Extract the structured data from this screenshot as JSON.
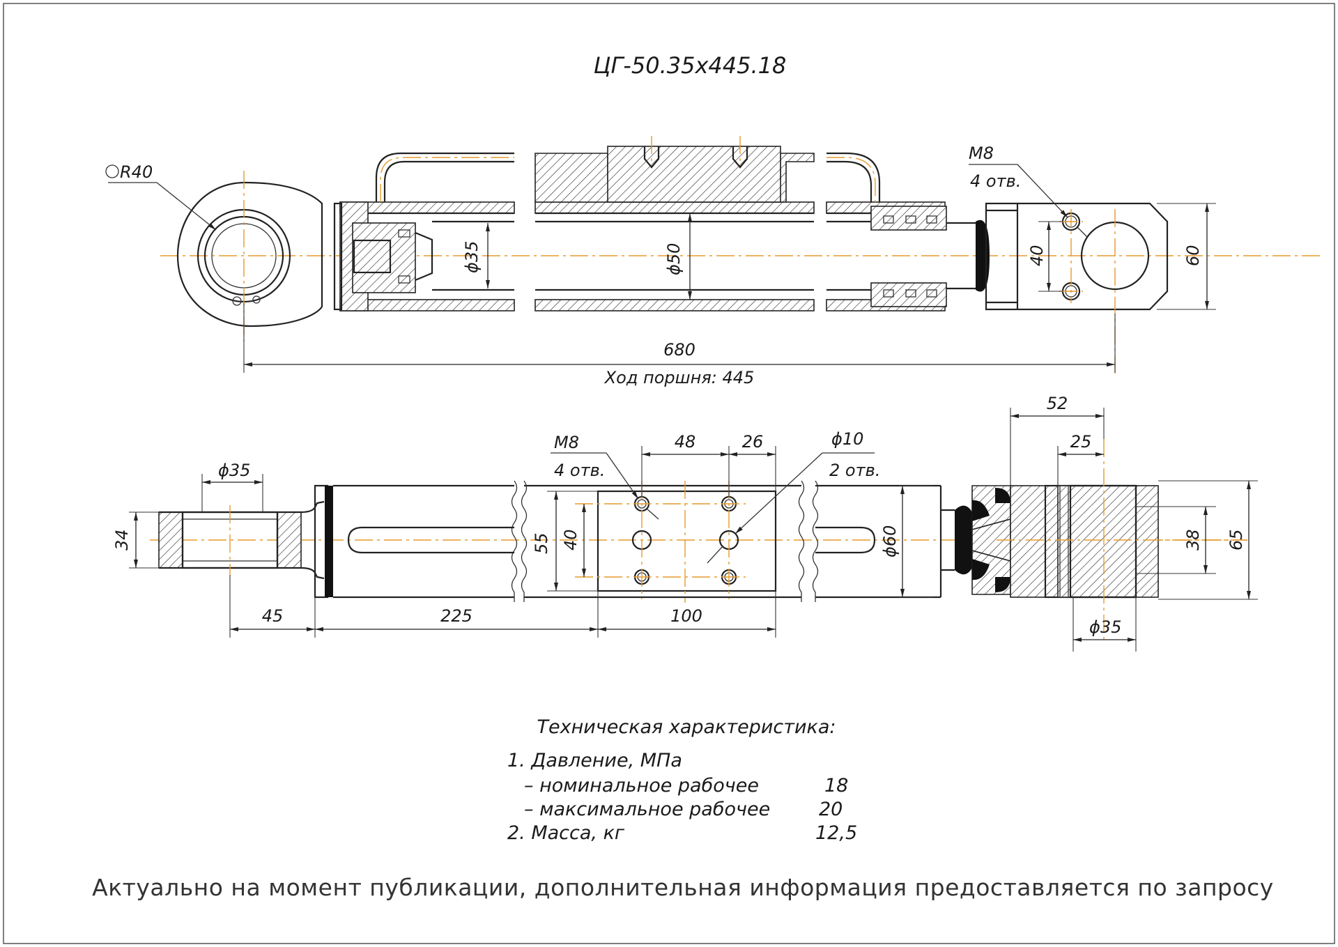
{
  "title": "ЦГ-50.35х445.18",
  "top_view": {
    "radius_label": "R40",
    "bore_label": "ϕ35",
    "cylinder_label": "ϕ50",
    "thread_label": "М8",
    "thread_holes": "4 отв.",
    "dim_40": "40",
    "dim_60": "60",
    "overall_length": "680",
    "stroke_label": "Ход поршня: 445"
  },
  "bottom_view": {
    "eye_bore": "ϕ35",
    "eye_width": "34",
    "thread_label": "М8",
    "thread_holes": "4 отв.",
    "dim_48": "48",
    "dim_26": "26",
    "hole_label": "ϕ10",
    "hole_count": "2 отв.",
    "dim_55": "55",
    "dim_40": "40",
    "tube_diameter": "ϕ60",
    "dim_45": "45",
    "dim_225": "225",
    "dim_100": "100",
    "dim_52": "52",
    "dim_25": "25",
    "dim_38": "38",
    "dim_65": "65",
    "end_bore": "ϕ35"
  },
  "specs": {
    "heading": "Техническая характеристика:",
    "rows": [
      {
        "label": "1. Давление, МПа",
        "value": ""
      },
      {
        "label": "– номинальное рабочее",
        "value": "18"
      },
      {
        "label": "– максимальное рабочее",
        "value": "20"
      },
      {
        "label": "2. Масса, кг",
        "value": "12,5"
      }
    ]
  },
  "footer": "Актуально на момент публикации, дополнительная информация предоставляется по запросу",
  "colors": {
    "line": "#222222",
    "axis": "#e79a2a",
    "frame": "#555555"
  }
}
